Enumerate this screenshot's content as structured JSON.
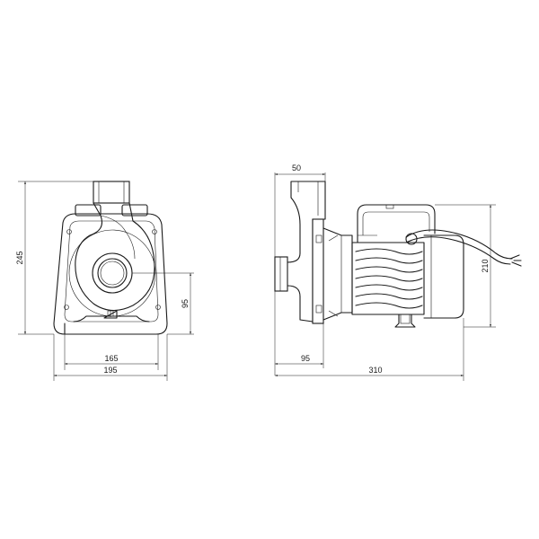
{
  "dimensions": {
    "front_height": "245",
    "front_inlet_height": "95",
    "front_base_inner": "165",
    "front_base_outer": "195",
    "side_outlet": "50",
    "side_motor_height": "210",
    "side_base_offset": "95",
    "side_total_length": "310"
  },
  "colors": {
    "line": "#1a1a1a",
    "background": "#ffffff"
  }
}
